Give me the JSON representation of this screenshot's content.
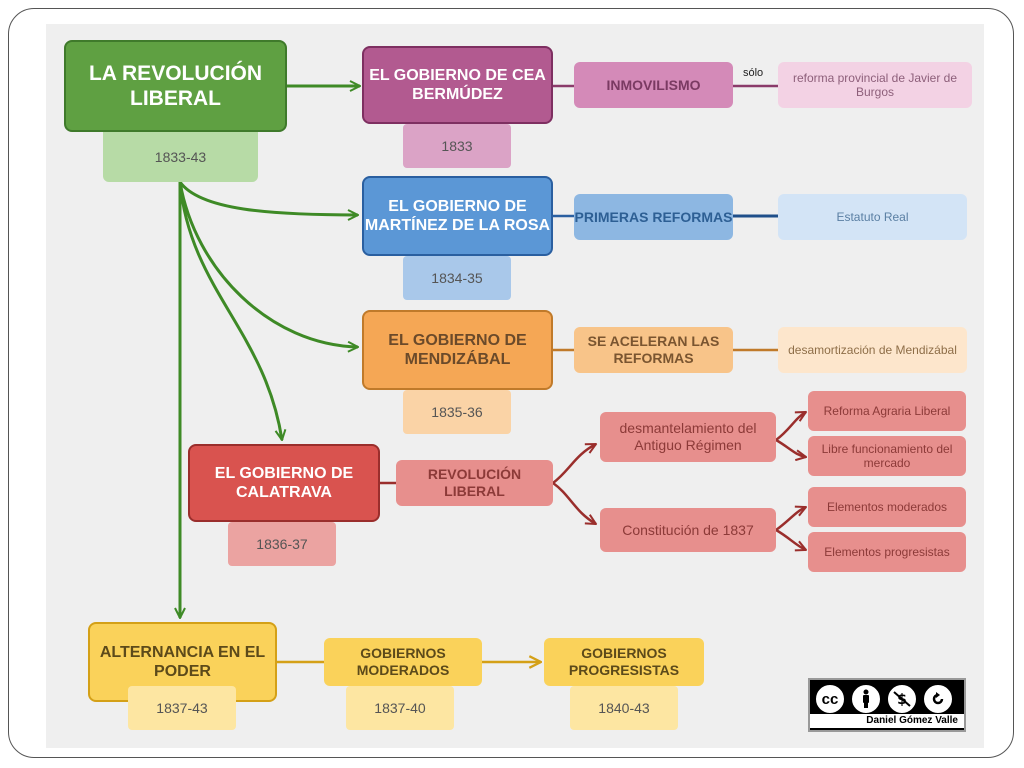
{
  "root": {
    "title": "LA REVOLUCIÓN LIBERAL",
    "date": "1833-43"
  },
  "cea": {
    "title": "EL GOBIERNO DE CEA BERMÚDEZ",
    "date": "1833",
    "label": "INMOVILISMO",
    "connector": "sólo",
    "detail": "reforma provincial de Javier de Burgos"
  },
  "martinez": {
    "title": "EL GOBIERNO DE MARTÍNEZ DE LA ROSA",
    "date": "1834-35",
    "label": "PRIMERAS REFORMAS",
    "detail": "Estatuto Real"
  },
  "mendizabal": {
    "title": "EL GOBIERNO DE MENDIZÁBAL",
    "date": "1835-36",
    "label": "SE ACELERAN LAS REFORMAS",
    "detail": "desamortización de Mendizábal"
  },
  "calatrava": {
    "title": "EL GOBIERNO DE CALATRAVA",
    "date": "1836-37",
    "label": "REVOLUCIÓN LIBERAL",
    "branch1": "desmantelamiento del Antiguo Régimen",
    "branch1_items": [
      "Reforma Agraria Liberal",
      "Libre funcionamiento del mercado"
    ],
    "branch2": "Constitución de 1837",
    "branch2_items": [
      "Elementos moderados",
      "Elementos progresistas"
    ]
  },
  "alternancia": {
    "title": "ALTERNANCIA EN EL PODER",
    "date": "1837-43",
    "moderados": "GOBIERNOS MODERADOS",
    "moderados_date": "1837-40",
    "progresistas": "GOBIERNOS PROGRESISTAS",
    "progresistas_date": "1840-43"
  },
  "license": {
    "icons": [
      "cc-icon",
      "by-icon",
      "nc-icon",
      "sa-icon"
    ],
    "author": "Daniel Gómez Valle"
  },
  "colors": {
    "green": "#5c9e3f",
    "purple": "#b25a90",
    "blue": "#5b97d6",
    "orange": "#f5a755",
    "red": "#d9534f",
    "yellow": "#fad25a",
    "arrow_green": "#3e8a26"
  }
}
